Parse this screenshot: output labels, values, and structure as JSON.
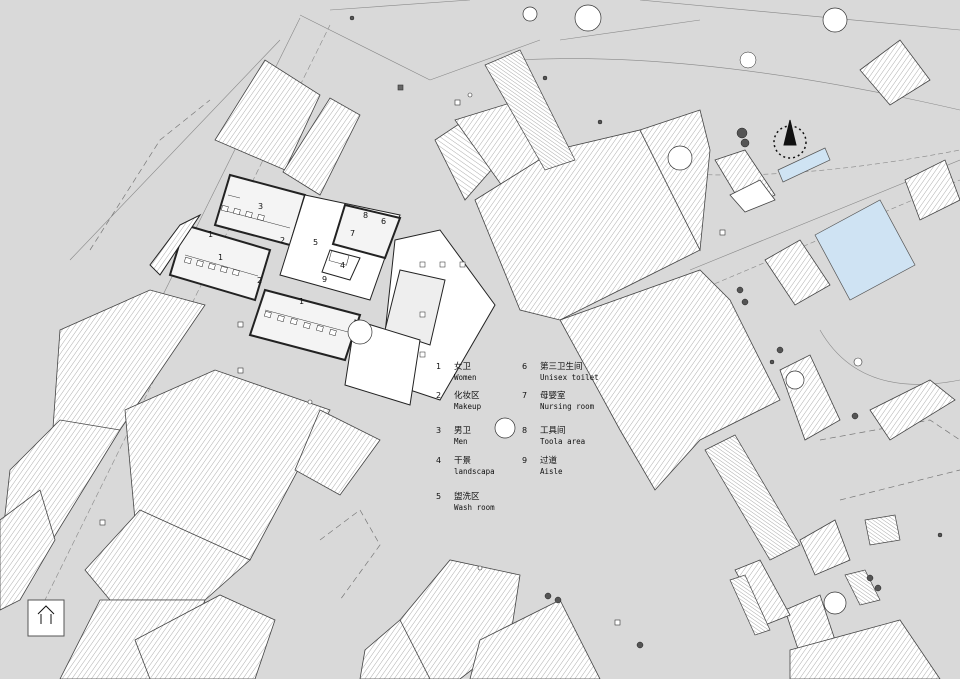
{
  "legend": [
    {
      "num": "1",
      "cn": "女卫",
      "en": "Women"
    },
    {
      "num": "2",
      "cn": "化妆区",
      "en": "Makeup"
    },
    {
      "num": "3",
      "cn": "男卫",
      "en": "Men"
    },
    {
      "num": "4",
      "cn": "干景",
      "en": "landscapa"
    },
    {
      "num": "5",
      "cn": "盥洗区",
      "en": "Wash room"
    },
    {
      "num": "6",
      "cn": "第三卫生间",
      "en": "Unisex toilet"
    },
    {
      "num": "7",
      "cn": "母婴室",
      "en": "Nursing room"
    },
    {
      "num": "8",
      "cn": "工具间",
      "en": "Toola area"
    },
    {
      "num": "9",
      "cn": "过道",
      "en": "Aisle"
    }
  ],
  "room_labels": [
    "1",
    "1",
    "1",
    "2",
    "2",
    "3",
    "4",
    "5",
    "6",
    "7",
    "8",
    "9"
  ],
  "colors": {
    "background": "#d9d9d9",
    "building": "#ffffff",
    "line": "#333333",
    "water": "#cfe3f3"
  },
  "icons": [
    "compass-north-icon",
    "pavilion-symbol-icon",
    "tree-icon",
    "shrub-icon"
  ]
}
